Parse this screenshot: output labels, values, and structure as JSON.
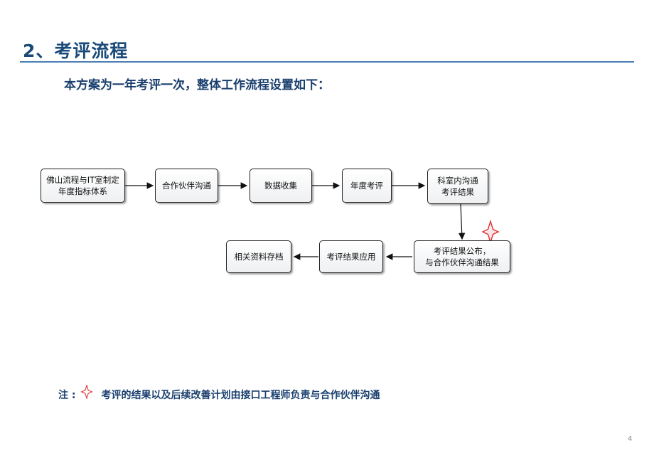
{
  "slide": {
    "title": "2、考评流程",
    "subtitle": "本方案为一年考评一次，整体工作流程设置如下：",
    "page_number": "4"
  },
  "flow": {
    "steps": [
      {
        "line1": "佛山流程与IT室制定",
        "line2": "年度指标体系"
      },
      {
        "line1": "合作伙伴沟通",
        "line2": ""
      },
      {
        "line1": "数据收集",
        "line2": ""
      },
      {
        "line1": "年度考评",
        "line2": ""
      },
      {
        "line1": "科室内沟通",
        "line2": "考评结果"
      },
      {
        "line1": "考评结果公布，",
        "line2": "与合作伙伴沟通结果"
      },
      {
        "line1": "考评结果应用",
        "line2": ""
      },
      {
        "line1": "相关资料存档",
        "line2": ""
      }
    ],
    "marker": "red-star-icon"
  },
  "note": {
    "label": "注 :",
    "text": "考评的结果以及后续改善计划由接口工程师负责与合作伙伴沟通"
  },
  "colors": {
    "title": "#1a4a7a",
    "text": "#1a3f6e",
    "rule": "#4a7fb5",
    "star": "#e0262b"
  }
}
